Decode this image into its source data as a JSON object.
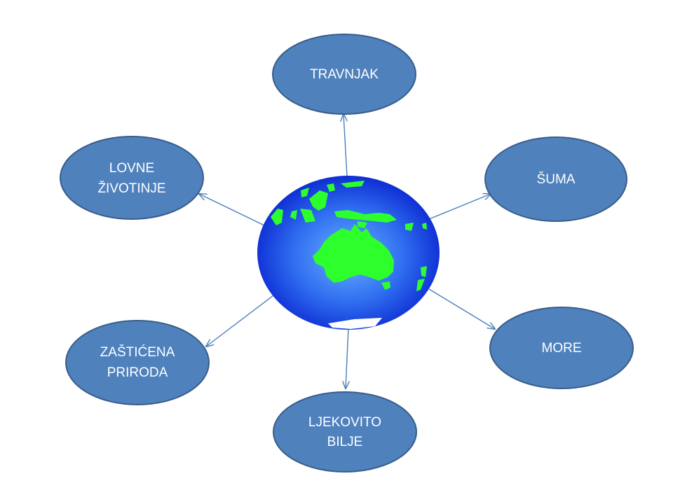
{
  "center": {
    "name": "globe"
  },
  "nodes": [
    {
      "id": "travnjak",
      "lines": [
        "TRAVNJAK"
      ]
    },
    {
      "id": "suma",
      "lines": [
        "ŠUMA"
      ]
    },
    {
      "id": "more",
      "lines": [
        "MORE"
      ]
    },
    {
      "id": "ljekovito-bilje",
      "lines": [
        "LJEKOVITO",
        "BILJE"
      ]
    },
    {
      "id": "zasticena-priroda",
      "lines": [
        "ZAŠTIĆENA",
        "PRIRODA"
      ]
    },
    {
      "id": "lovne-zivotinje",
      "lines": [
        "LOVNE",
        "ŽIVOTINJE"
      ]
    }
  ],
  "colors": {
    "node_fill": "#4f81bd",
    "node_stroke": "#385d8a",
    "arrow": "#4a7ebb",
    "globe_light": "#5aa0ff",
    "globe_dark": "#0a2ed8",
    "land": "#2cff2c"
  }
}
